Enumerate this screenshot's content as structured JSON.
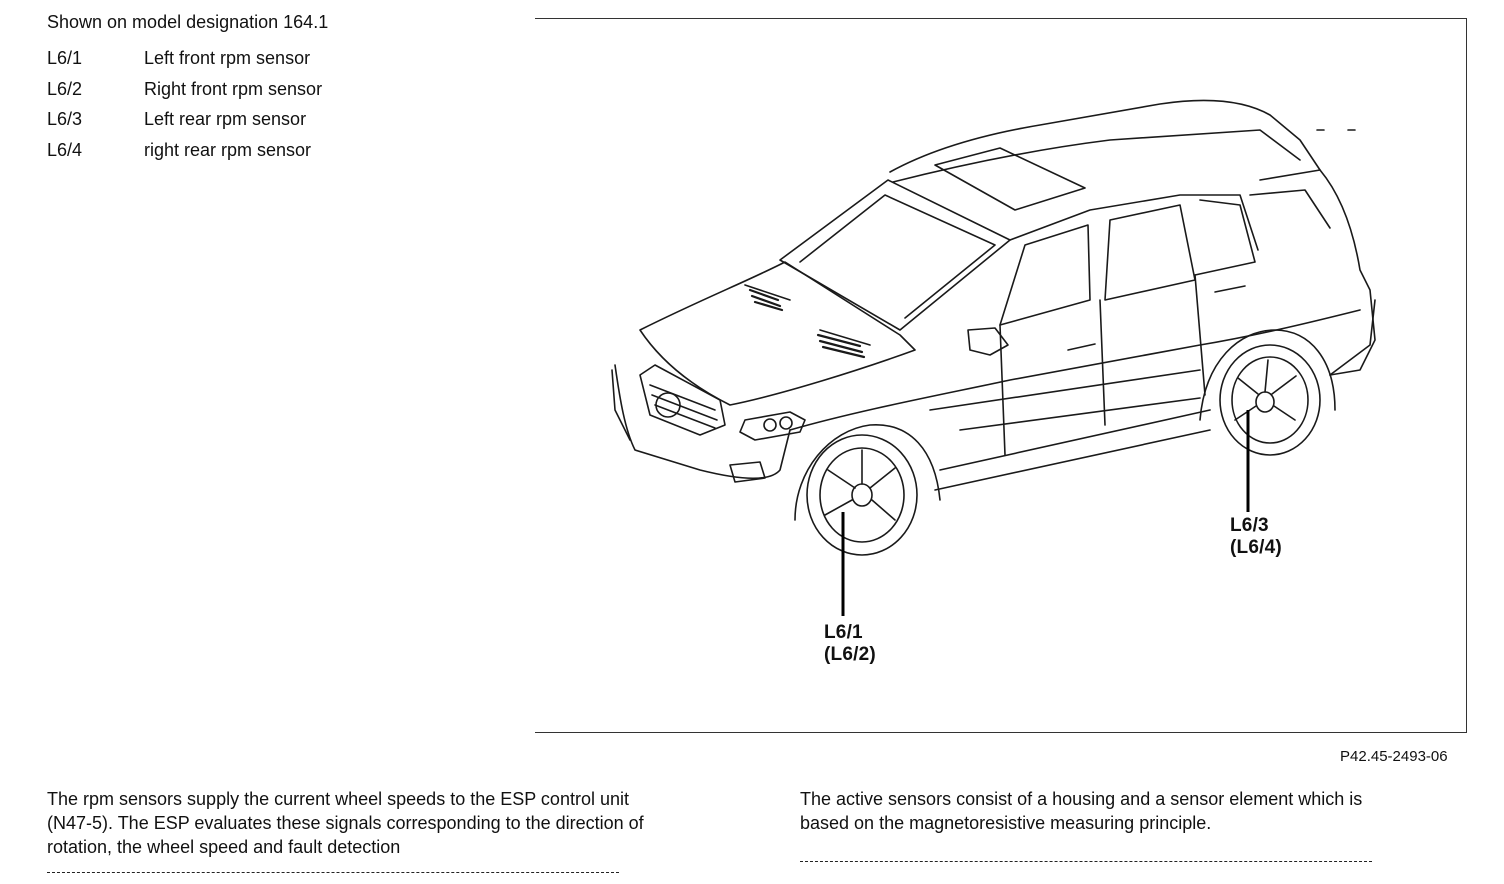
{
  "header": {
    "title": "Shown on model designation 164.1"
  },
  "legend": [
    {
      "code": "L6/1",
      "label": "Left front rpm sensor"
    },
    {
      "code": "L6/2",
      "label": "Right front rpm sensor"
    },
    {
      "code": "L6/3",
      "label": "Left rear rpm sensor"
    },
    {
      "code": "L6/4",
      "label": "right rear rpm sensor"
    }
  ],
  "figure": {
    "callout_front": {
      "line1": "L6/1",
      "line2": "(L6/2)"
    },
    "callout_rear": {
      "line1": "L6/3",
      "line2": "(L6/4)"
    },
    "figure_id": "P42.45-2493-06"
  },
  "body": {
    "left_paragraph": "The rpm sensors supply the current wheel speeds to the ESP control unit (N47-5). The ESP evaluates these signals corresponding to the direction of rotation, the wheel speed and fault detection",
    "right_paragraph": "The active sensors consist of a housing and a sensor element which is based on the magnetoresistive measuring principle."
  }
}
